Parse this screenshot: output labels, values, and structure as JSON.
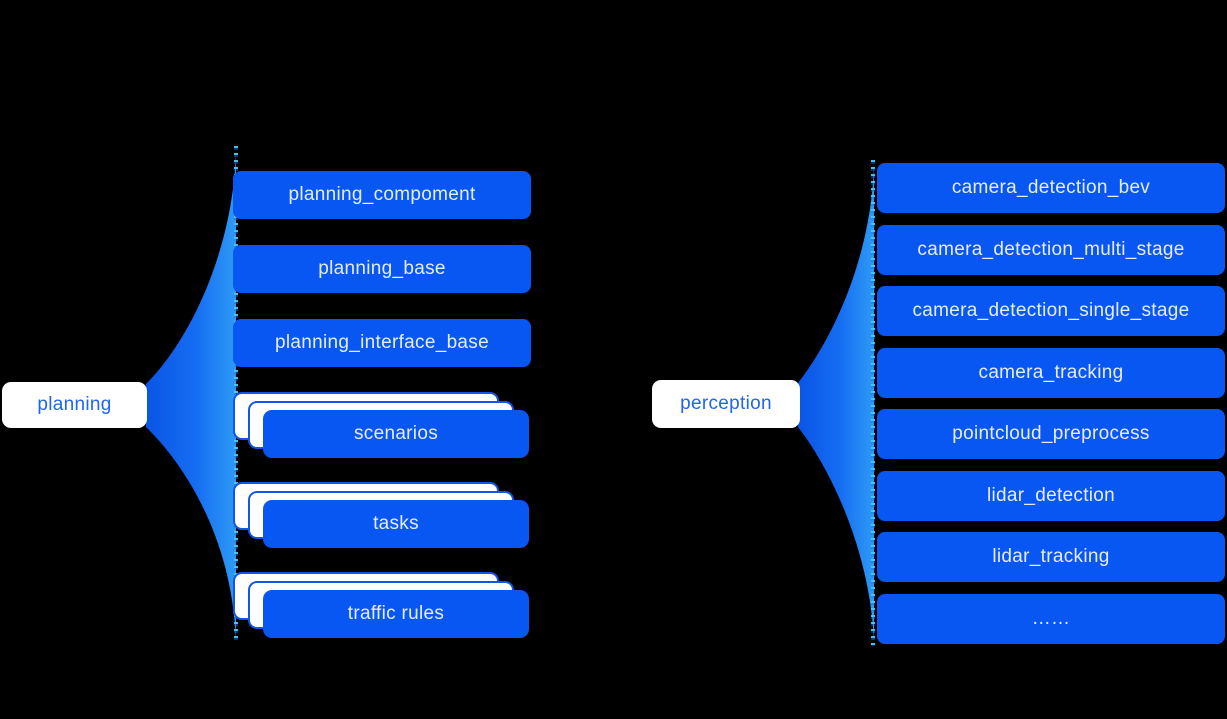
{
  "diagram": {
    "background": "#000000",
    "colors": {
      "module_blue": "#0857f2",
      "module_text": "#e6edf8",
      "root_background": "#ffffff",
      "root_text": "#2065ef",
      "card_border_blue": "#1256e8",
      "fan_gradient_start": "#0a55e6",
      "fan_gradient_end": "#2e9af6",
      "fan_dither_cyan": "#45c8fa"
    },
    "planning_tree": {
      "root_label": "planning",
      "modules": [
        "planning_compoment",
        "planning_base",
        "planning_interface_base"
      ],
      "stacked_modules": [
        "scenarios",
        "tasks",
        "traffic rules"
      ]
    },
    "perception_tree": {
      "root_label": "perception",
      "modules": [
        "camera_detection_bev",
        "camera_detection_multi_stage",
        "camera_detection_single_stage",
        "camera_tracking",
        "pointcloud_preprocess",
        "lidar_detection",
        "lidar_tracking",
        "……"
      ]
    }
  }
}
